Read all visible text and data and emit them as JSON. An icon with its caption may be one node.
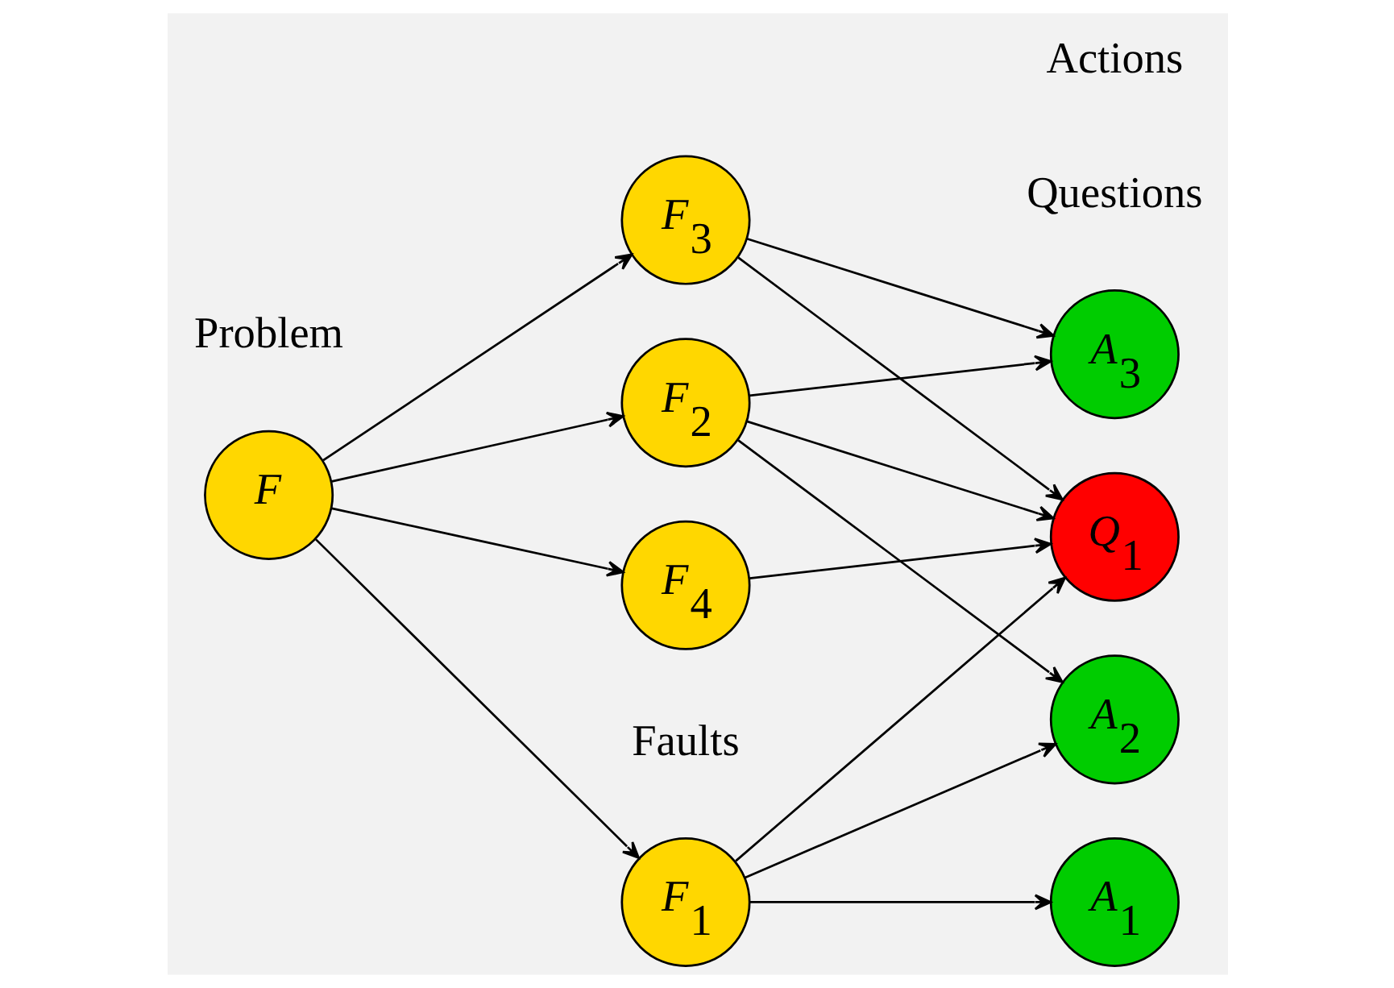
{
  "diagram": {
    "nodes": [
      {
        "text": [
          "F"
        ]
      },
      {
        "text": [
          "F$_{1}$"
        ]
      },
      {
        "text": [
          "F$_{2}$"
        ]
      },
      {
        "text": [
          "F$_{3}$"
        ]
      },
      {
        "text": [
          "F$_{4}$"
        ]
      },
      {
        "text": [
          "A$_{1}$"
        ]
      },
      {
        "text": [
          "A$_{2}$"
        ]
      },
      {
        "text": [
          "A$_{3}$"
        ]
      },
      {
        "text": [
          "Q$_{1}$"
        ]
      }
    ],
    "edges": [
      {
        "from": 0,
        "to": 1,
        "arrow": "to"
      },
      {
        "from": 0,
        "to": 2,
        "arrow": "to"
      },
      {
        "from": 0,
        "to": 3,
        "arrow": "to"
      },
      {
        "from": 0,
        "to": 4,
        "arrow": "to"
      },
      {
        "from": 1,
        "to": 5,
        "arrow": "to"
      },
      {
        "from": 1,
        "to": 6,
        "arrow": "to"
      },
      {
        "from": 1,
        "to": 8,
        "arrow": "to"
      },
      {
        "from": 2,
        "to": 6,
        "arrow": "to"
      },
      {
        "from": 2,
        "to": 7,
        "arrow": "to"
      },
      {
        "from": 2,
        "to": 8,
        "arrow": "to"
      },
      {
        "from": 3,
        "to": 7,
        "arrow": "to"
      },
      {
        "from": 3,
        "to": 8,
        "arrow": "to"
      },
      {
        "from": 4,
        "to": 8,
        "arrow": "to"
      }
    ],
    "labels": [
      "Problem",
      "Faults",
      "Actions",
      "Questions"
    ]
  }
}
